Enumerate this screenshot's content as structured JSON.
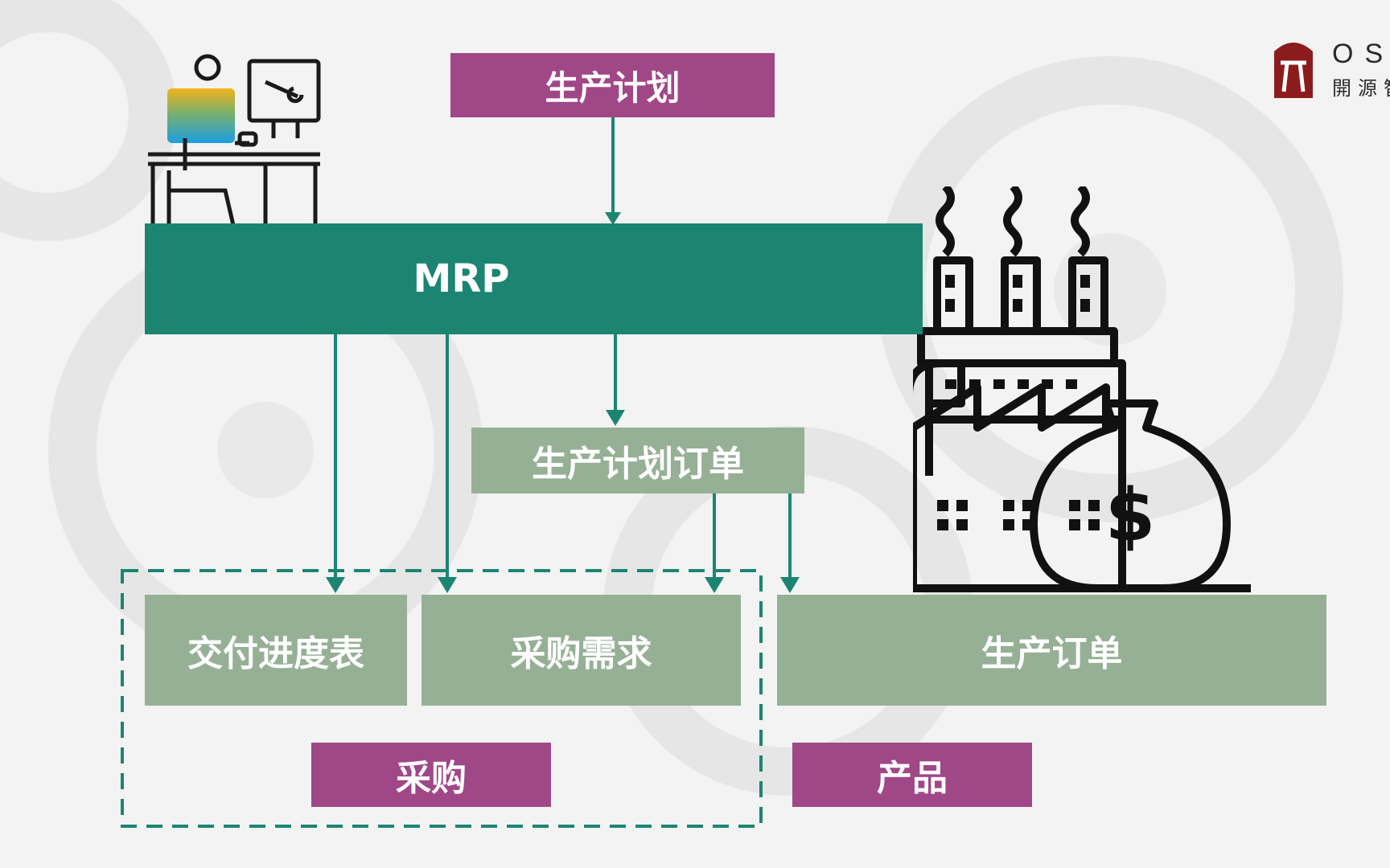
{
  "diagram": {
    "top_box": "生产计划",
    "main_box": "MRP",
    "middle_box": "生产计划订单",
    "delivery_box": "交付进度表",
    "purchase_req_box": "采购需求",
    "production_order_box": "生产订单",
    "purchase_label": "采购",
    "product_label": "产品"
  },
  "logo": {
    "text_line1": "OSC",
    "text_line2": "開源智"
  },
  "colors": {
    "purple": "#a04787",
    "teal": "#1b8572",
    "sage": "#96b096",
    "dashed_border": "#1b8572"
  },
  "icons": [
    "engineer-at-desk-icon",
    "factory-money-bag-icon",
    "osc-logo-icon"
  ]
}
